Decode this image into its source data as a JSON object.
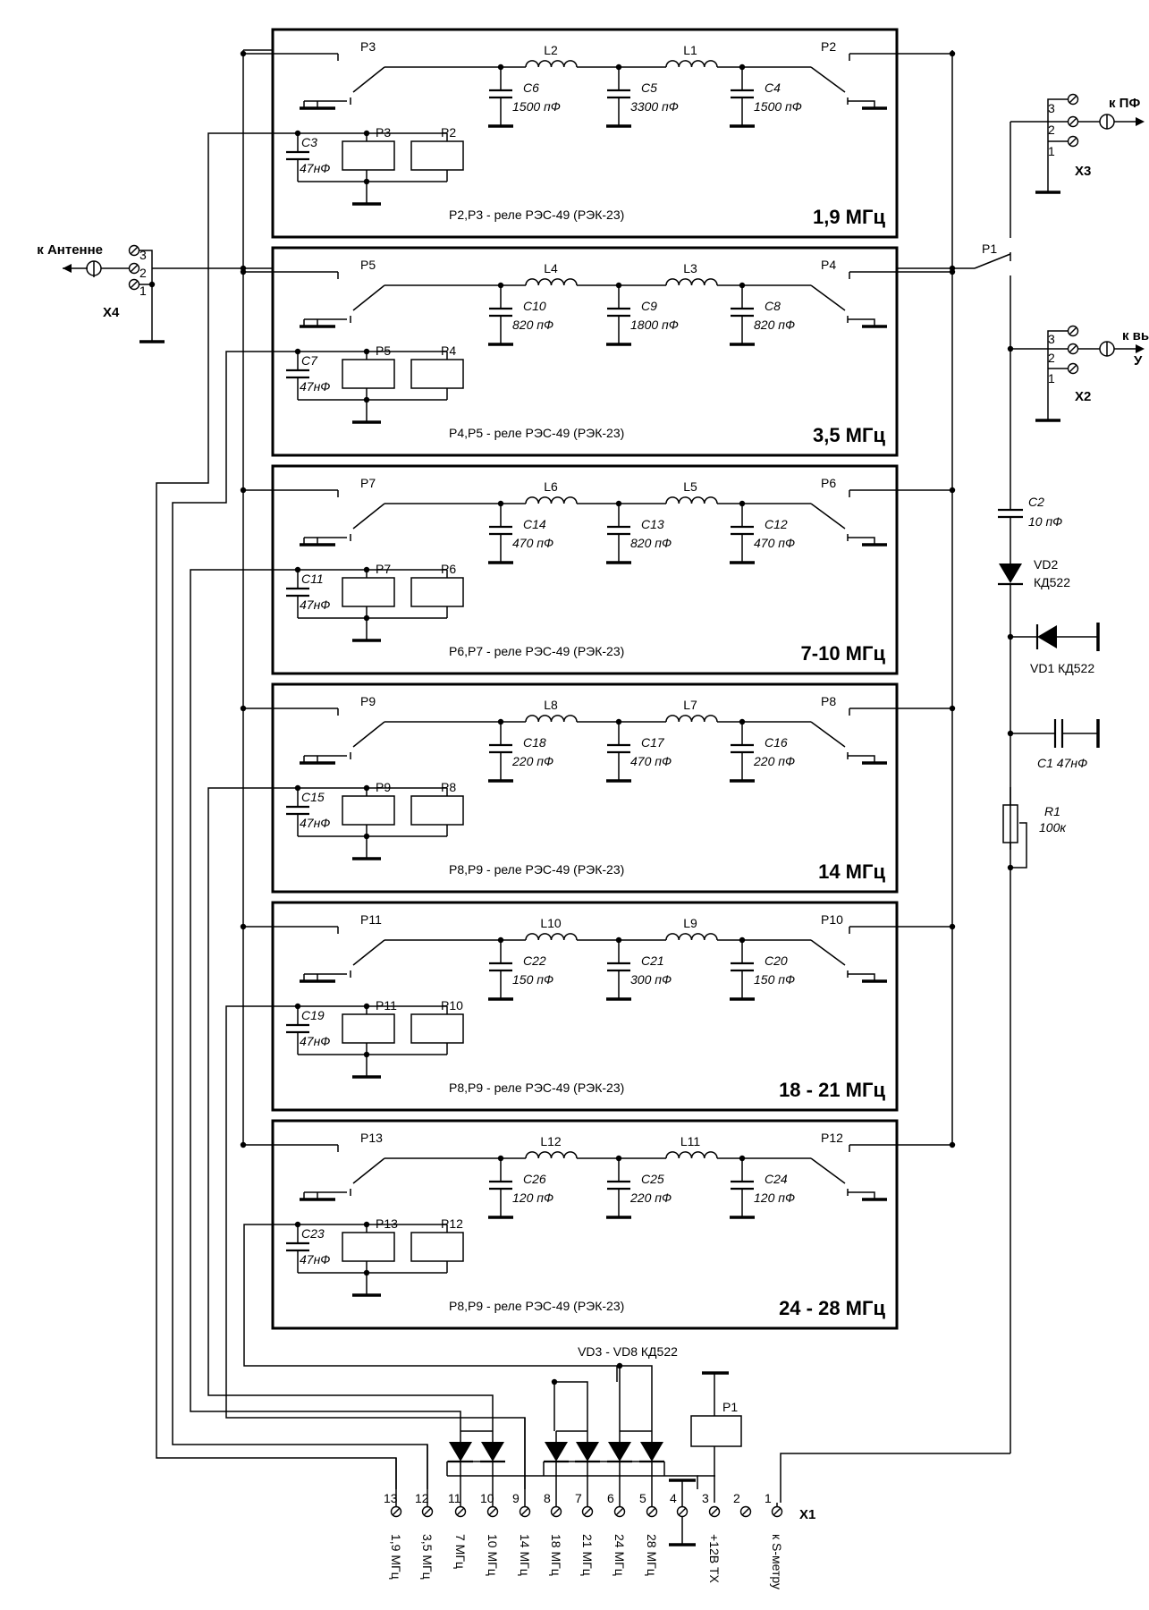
{
  "bands": [
    {
      "name": "1,9 МГц",
      "relay_in": "P3",
      "relay_out": "P2",
      "coil_left": "P3",
      "coil_right": "P2",
      "cap_hold": "C3",
      "cap_hold_val": "47нФ",
      "coils": [
        "L2",
        "L1"
      ],
      "caps": [
        {
          "n": "C6",
          "v": "1500 пФ"
        },
        {
          "n": "C5",
          "v": "3300 пФ"
        },
        {
          "n": "C4",
          "v": "1500 пФ"
        }
      ],
      "note": "P2,P3 - реле РЭС-49 (РЭК-23)"
    },
    {
      "name": "3,5 МГц",
      "relay_in": "P5",
      "relay_out": "P4",
      "coil_left": "P5",
      "coil_right": "P4",
      "cap_hold": "C7",
      "cap_hold_val": "47нФ",
      "coils": [
        "L4",
        "L3"
      ],
      "caps": [
        {
          "n": "C10",
          "v": "820 пФ"
        },
        {
          "n": "C9",
          "v": "1800 пФ"
        },
        {
          "n": "C8",
          "v": "820 пФ"
        }
      ],
      "note": "P4,P5 - реле РЭС-49 (РЭК-23)"
    },
    {
      "name": "7-10 МГц",
      "relay_in": "P7",
      "relay_out": "P6",
      "coil_left": "P7",
      "coil_right": "P6",
      "cap_hold": "C11",
      "cap_hold_val": "47нФ",
      "coils": [
        "L6",
        "L5"
      ],
      "caps": [
        {
          "n": "C14",
          "v": "470 пФ"
        },
        {
          "n": "C13",
          "v": "820 пФ"
        },
        {
          "n": "C12",
          "v": "470 пФ"
        }
      ],
      "note": "P6,P7 - реле РЭС-49 (РЭК-23)"
    },
    {
      "name": "14 МГц",
      "relay_in": "P9",
      "relay_out": "P8",
      "coil_left": "P9",
      "coil_right": "P8",
      "cap_hold": "C15",
      "cap_hold_val": "47нФ",
      "coils": [
        "L8",
        "L7"
      ],
      "caps": [
        {
          "n": "C18",
          "v": "220 пФ"
        },
        {
          "n": "C17",
          "v": "470 пФ"
        },
        {
          "n": "C16",
          "v": "220 пФ"
        }
      ],
      "note": "P8,P9 - реле РЭС-49 (РЭК-23)"
    },
    {
      "name": "18 - 21 МГц",
      "relay_in": "P11",
      "relay_out": "P10",
      "coil_left": "P11",
      "coil_right": "P10",
      "cap_hold": "C19",
      "cap_hold_val": "47нФ",
      "coils": [
        "L10",
        "L9"
      ],
      "caps": [
        {
          "n": "C22",
          "v": "150 пФ"
        },
        {
          "n": "C21",
          "v": "300 пФ"
        },
        {
          "n": "C20",
          "v": "150 пФ"
        }
      ],
      "note": "P8,P9 - реле РЭС-49 (РЭК-23)"
    },
    {
      "name": "24 - 28 МГц",
      "relay_in": "P13",
      "relay_out": "P12",
      "coil_left": "P13",
      "coil_right": "P12",
      "cap_hold": "C23",
      "cap_hold_val": "47нФ",
      "coils": [
        "L12",
        "L11"
      ],
      "caps": [
        {
          "n": "C26",
          "v": "120 пФ"
        },
        {
          "n": "C25",
          "v": "220 пФ"
        },
        {
          "n": "C24",
          "v": "120 пФ"
        }
      ],
      "note": "P8,P9 - реле РЭС-49 (РЭК-23)"
    }
  ],
  "antenna": {
    "label": "к Антенне",
    "connector": "X4",
    "pins": [
      "3",
      "2",
      "1"
    ]
  },
  "pf": {
    "label": "к ПФ",
    "connector": "X3",
    "pins": [
      "3",
      "2",
      "1"
    ]
  },
  "vu": {
    "label": "к вь",
    "label2": "У",
    "connector": "X2",
    "pins": [
      "3",
      "2",
      "1"
    ]
  },
  "relay_p1": "P1",
  "c2": {
    "name": "C2",
    "value": "10 пФ"
  },
  "vd2": {
    "name": "VD2",
    "part": "КД522"
  },
  "vd1": "VD1 КД522",
  "c1": "C1 47нФ",
  "r1": {
    "name": "R1",
    "value": "100к"
  },
  "diodes_note": "VD3 - VD8 КД522",
  "x1": {
    "name": "X1",
    "pins": [
      "13",
      "12",
      "11",
      "10",
      "9",
      "8",
      "7",
      "6",
      "5",
      "4",
      "3",
      "2",
      "1"
    ],
    "labels": [
      "1,9 МГц",
      "3,5 МГц",
      "7 МГц",
      "10 МГц",
      "14 МГц",
      "18 МГц",
      "21 МГц",
      "24 МГц",
      "28 МГц",
      "",
      "+12В ТХ",
      "",
      "к S-метру"
    ]
  }
}
